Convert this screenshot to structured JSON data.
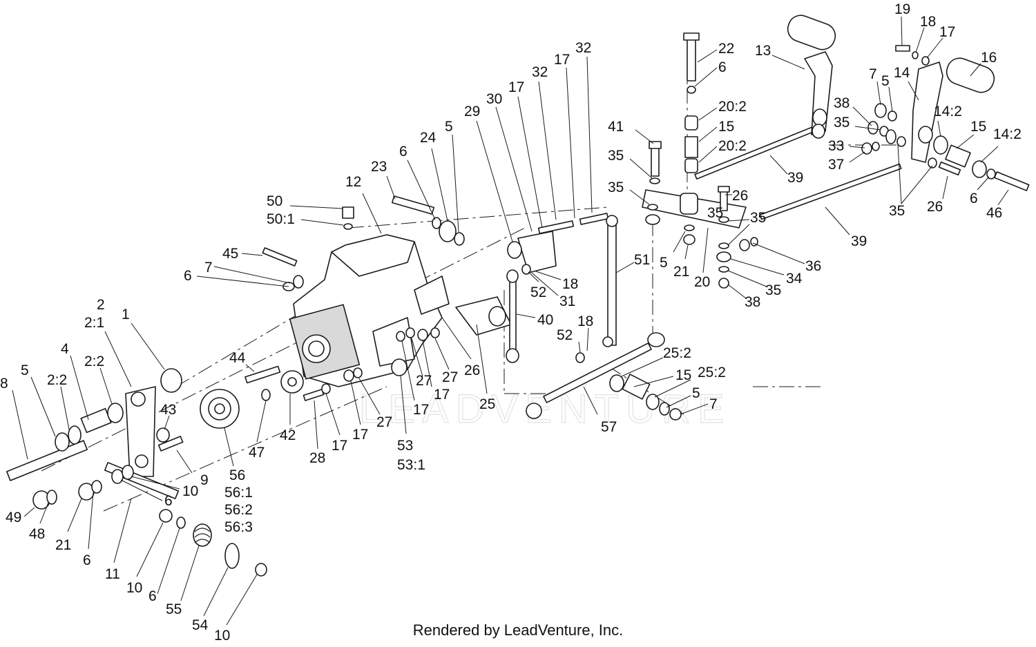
{
  "watermark": "LEADVENTURE",
  "credit": "Rendered by LeadVenture, Inc.",
  "callouts": [
    "8",
    "5",
    "2:2",
    "4",
    "2:2",
    "2",
    "2:1",
    "1",
    "43",
    "9",
    "10",
    "6",
    "49",
    "48",
    "21",
    "6",
    "11",
    "10",
    "6",
    "55",
    "54",
    "10",
    "44",
    "56",
    "56:1",
    "56:2",
    "56:3",
    "47",
    "42",
    "28",
    "17",
    "17",
    "27",
    "53",
    "53:1",
    "17",
    "27",
    "17",
    "27",
    "26",
    "25",
    "45",
    "7",
    "6",
    "50",
    "50:1",
    "12",
    "23",
    "6",
    "24",
    "5",
    "29",
    "30",
    "17",
    "32",
    "17",
    "32",
    "52",
    "31",
    "18",
    "40",
    "52",
    "18",
    "51",
    "57",
    "25:2",
    "15",
    "25:2",
    "5",
    "7",
    "22",
    "6",
    "20:2",
    "15",
    "20:2",
    "41",
    "35",
    "35",
    "5",
    "21",
    "20",
    "26",
    "35",
    "35",
    "34",
    "36",
    "35",
    "38",
    "39",
    "39",
    "13",
    "19",
    "18",
    "17",
    "16",
    "7",
    "5",
    "14",
    "38",
    "35",
    "33",
    "37",
    "14:2",
    "15",
    "14:2",
    "35",
    "26",
    "6",
    "46"
  ]
}
